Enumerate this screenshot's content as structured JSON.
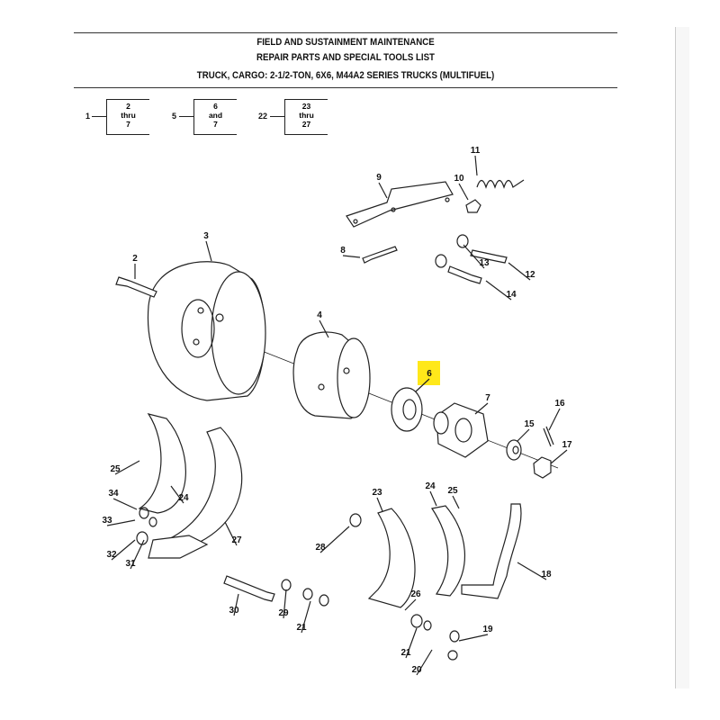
{
  "header": {
    "line1": "FIELD AND SUSTAINMENT MAINTENANCE",
    "line2": "REPAIR PARTS AND SPECIAL TOOLS LIST",
    "line3": "TRUCK, CARGO: 2-1/2-TON, 6X6, M44A2 SERIES TRUCKS (MULTIFUEL)"
  },
  "groups": [
    {
      "ref": "1",
      "top": "2",
      "mid": "thru",
      "bottom": "7"
    },
    {
      "ref": "5",
      "top": "6",
      "mid": "and",
      "bottom": "7"
    },
    {
      "ref": "22",
      "top": "23",
      "mid": "thru",
      "bottom": "27"
    }
  ],
  "callouts": [
    "11",
    "9",
    "10",
    "8",
    "13",
    "12",
    "14",
    "3",
    "2",
    "4",
    "6",
    "7",
    "16",
    "15",
    "17",
    "25",
    "24",
    "34",
    "33",
    "32",
    "31",
    "27",
    "23",
    "24",
    "25",
    "28",
    "18",
    "26",
    "30",
    "29",
    "21",
    "21",
    "19",
    "20"
  ],
  "highlighted_callout": "6",
  "colors": {
    "highlight": "#ffe81a",
    "line": "#222222"
  }
}
